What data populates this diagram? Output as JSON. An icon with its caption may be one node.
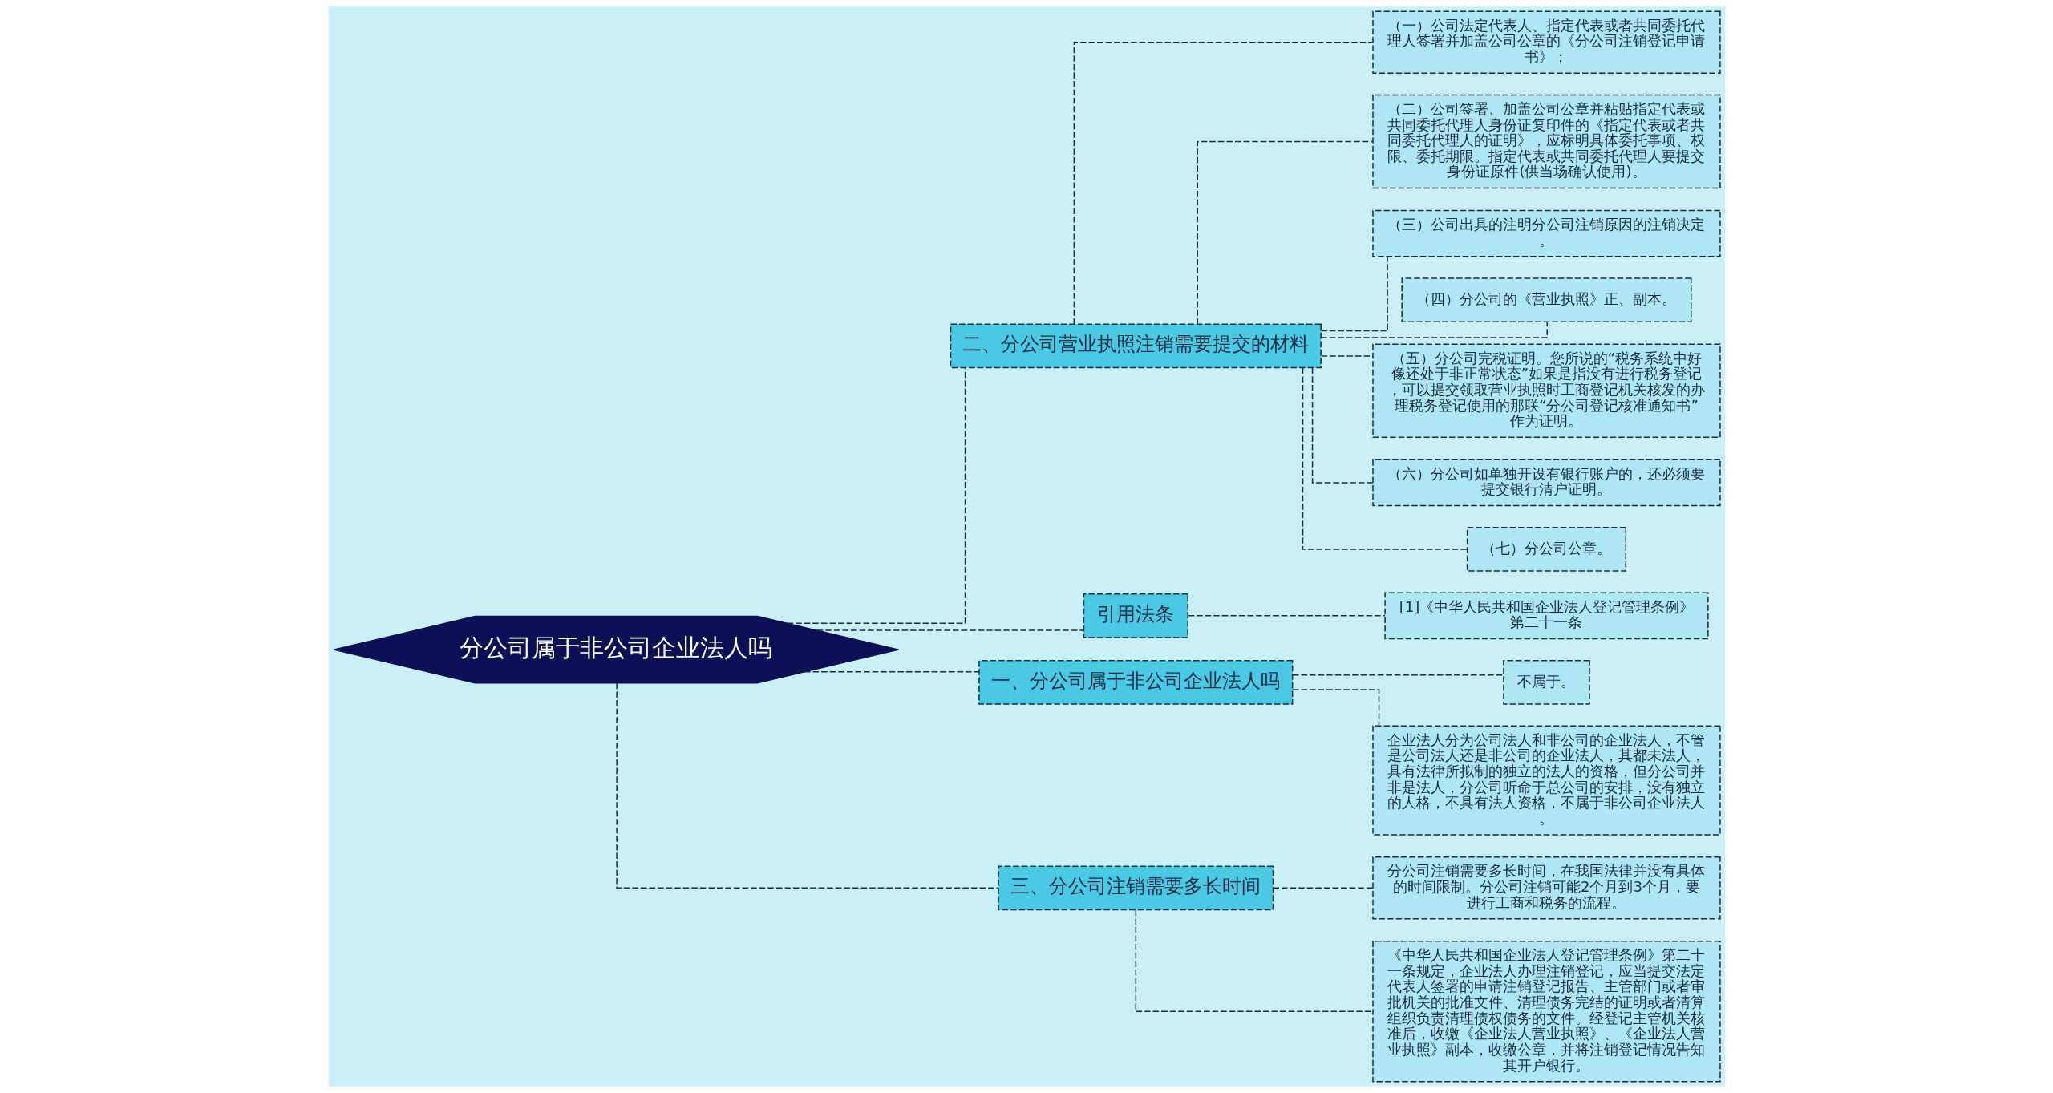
{
  "diagram": {
    "nodes": [
      {
        "text": [
          "分公司属于非公司企业法人吗"
        ]
      },
      {
        "text": [
          "二、分公司营业执照注销需要提交的材料"
        ]
      },
      {
        "text": [
          "（一）公司法定代表人、指定代表或者共同委托代理人签署并加盖公司公章的《分公司注销登记申请书》；"
        ]
      },
      {
        "text": [
          "（二）公司签署、加盖公司公章并粘贴指定代表或共同委托代理人身份证复印件的《指定代表或者共同委托代理人的证明》，应标明具体委托事项、权限、委托期限。指定代表或共同委托代理人要提交身份证原件(供当场确认使用)。"
        ]
      },
      {
        "text": [
          "（三）公司出具的注明分公司注销原因的注销决定。"
        ]
      },
      {
        "text": [
          "（四）分公司的《营业执照》正、副本。"
        ]
      },
      {
        "text": [
          "（五）分公司完税证明。您所说的“税务系统中好像还处于非正常状态”如果是指没有进行税务登记，可以提交领取营业执照时工商登记机关核发的办理税务登记使用的那联“分公司登记核准通知书”作为证明。"
        ]
      },
      {
        "text": [
          "（六）分公司如单独开设有银行账户的，还必须要提交银行清户证明。"
        ]
      },
      {
        "text": [
          "（七）分公司公章。"
        ]
      },
      {
        "text": [
          "引用法条"
        ]
      },
      {
        "text": [
          "[1]《中华人民共和国企业法人登记管理条例》第二十一条"
        ]
      },
      {
        "text": [
          "一、分公司属于非公司企业法人吗"
        ]
      },
      {
        "text": [
          "不属于。"
        ]
      },
      {
        "text": [
          "企业法人分为公司法人和非公司的企业法人，不管是公司法人还是非公司的企业法人，其都未法人，具有法律所拟制的独立的法人的资格，但分公司并非是法人，分公司听命于总公司的安排，没有独立的人格，不具有法人资格，不属于非公司企业法人。"
        ]
      },
      {
        "text": [
          "三、分公司注销需要多长时间"
        ]
      },
      {
        "text": [
          "分公司注销需要多长时间，在我国法律并没有具体的时间限制。分公司注销可能2个月到3个月，要进行工商和税务的流程。"
        ]
      },
      {
        "text": [
          "《中华人民共和国企业法人登记管理条例》第二十一条规定，企业法人办理注销登记，应当提交法定代表人签署的申请注销登记报告、主管部门或者审批机关的批准文件、清理债务完结的证明或者清算组织负责清理债权债务的文件。经登记主管机关核准后，收缴《企业法人营业执照》、《企业法人营业执照》副本，收缴公章，并将注销登记情况告知其开户银行。"
        ]
      }
    ],
    "edges": [
      {
        "from": 0,
        "to": 1,
        "arrow": "none",
        "style": "dashed"
      },
      {
        "from": 1,
        "to": 2,
        "arrow": "none",
        "style": "dashed"
      },
      {
        "from": 1,
        "to": 3,
        "arrow": "none",
        "style": "dashed"
      },
      {
        "from": 1,
        "to": 4,
        "arrow": "none",
        "style": "dashed"
      },
      {
        "from": 1,
        "to": 5,
        "arrow": "none",
        "style": "dashed"
      },
      {
        "from": 1,
        "to": 6,
        "arrow": "none",
        "style": "dashed"
      },
      {
        "from": 1,
        "to": 7,
        "arrow": "none",
        "style": "dashed"
      },
      {
        "from": 1,
        "to": 8,
        "arrow": "none",
        "style": "dashed"
      },
      {
        "from": 0,
        "to": 9,
        "arrow": "none",
        "style": "dashed"
      },
      {
        "from": 9,
        "to": 10,
        "arrow": "none",
        "style": "dashed"
      },
      {
        "from": 0,
        "to": 11,
        "arrow": "none",
        "style": "dashed"
      },
      {
        "from": 11,
        "to": 12,
        "arrow": "none",
        "style": "dashed"
      },
      {
        "from": 11,
        "to": 13,
        "arrow": "none",
        "style": "dashed"
      },
      {
        "from": 0,
        "to": 14,
        "arrow": "none",
        "style": "dashed"
      },
      {
        "from": 14,
        "to": 15,
        "arrow": "none",
        "style": "dashed"
      },
      {
        "from": 14,
        "to": 16,
        "arrow": "none",
        "style": "dashed"
      }
    ]
  }
}
